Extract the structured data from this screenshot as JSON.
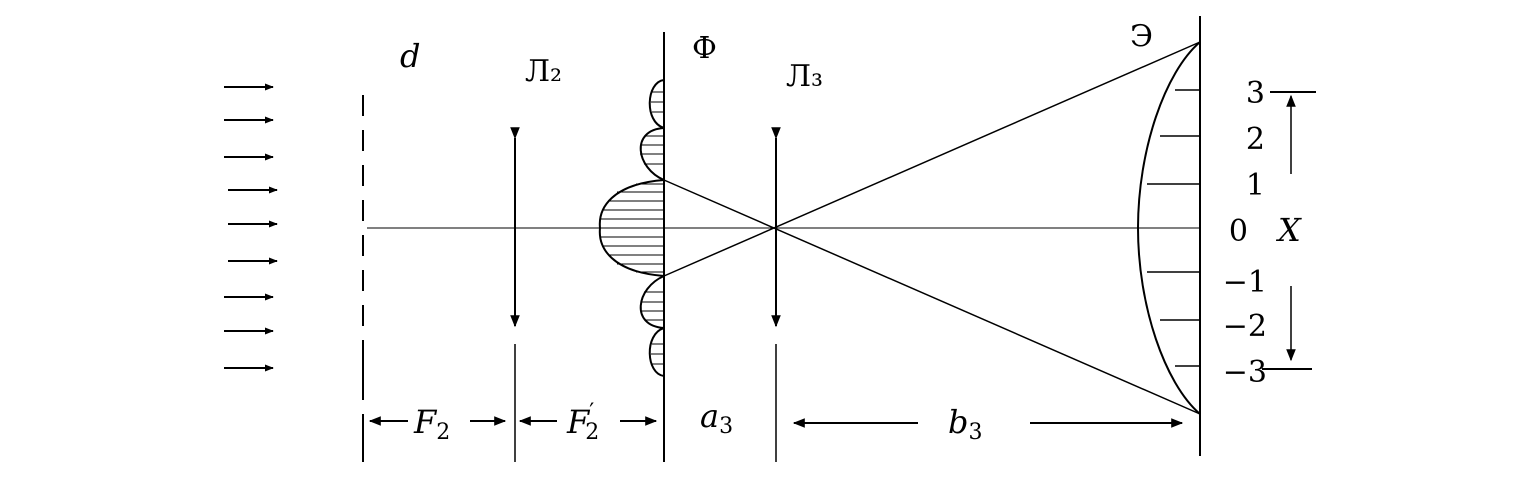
{
  "labels": {
    "d": "d",
    "lens2": "Л₂",
    "filter": "Ф",
    "lens3": "Л₃",
    "screen": "Э",
    "x_axis": "X"
  },
  "dimensions": {
    "F2": {
      "main": "F",
      "sub": "2"
    },
    "F2_prime": {
      "main": "F",
      "sub": "2",
      "prime": "′"
    },
    "a3": {
      "main": "a",
      "sub": "3"
    },
    "b3": {
      "main": "b",
      "sub": "3"
    }
  },
  "scale_ticks": [
    "3",
    "2",
    "1",
    "0",
    "−1",
    "−2",
    "−3"
  ],
  "colors": {
    "ink": "#000000",
    "background": "#ffffff"
  }
}
